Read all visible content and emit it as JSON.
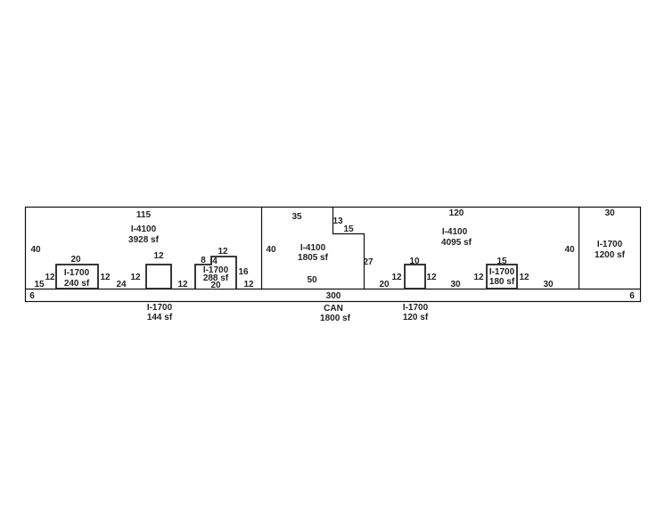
{
  "left_unit": {
    "name": "I-4100",
    "area": "3928 sf",
    "dim_top": "115",
    "dim_left": "40"
  },
  "left_boxes": [
    {
      "name": "I-1700",
      "area": "240 sf",
      "dim_top": "20",
      "dim_left": "12",
      "dim_right": "12"
    },
    {
      "dim_top": "12",
      "dim_left": "12"
    },
    {
      "name": "I-1700",
      "area": "288 sf",
      "dim_top": "12",
      "dim_step_a": "8",
      "dim_step_b": "4",
      "dim_bottom": "20",
      "dim_right": "16"
    }
  ],
  "left_gaps": {
    "g1": "15",
    "g2": "24",
    "g3": "12",
    "g4": "12"
  },
  "left_strip": {
    "dim": "6",
    "name": "I-1700",
    "area": "144 sf"
  },
  "middle_unit": {
    "name": "I-4100",
    "area": "1805 sf",
    "dim_top": "35",
    "dim_left": "40",
    "dim_bottom": "50",
    "dim_notch_v": "13",
    "dim_notch_h": "15",
    "dim_right": "27"
  },
  "can": {
    "dim": "300",
    "name": "CAN",
    "area": "1800 sf"
  },
  "right_unit": {
    "name": "I-4100",
    "area": "4095 sf",
    "dim_top": "120",
    "dim_right": "40",
    "gap1": "20",
    "gap2": "30",
    "gap3": "30"
  },
  "right_boxes": [
    {
      "name": "I-1700",
      "area": "120 sf",
      "dim_top": "10",
      "dim_left": "12",
      "dim_right": "12"
    },
    {
      "name": "I-1700",
      "area": "180 sf",
      "dim_top": "15",
      "dim_left": "12",
      "dim_right": "12"
    }
  ],
  "end_unit": {
    "name": "I-1700",
    "area": "1200 sf",
    "dim_top": "30",
    "dim_strip": "6"
  }
}
